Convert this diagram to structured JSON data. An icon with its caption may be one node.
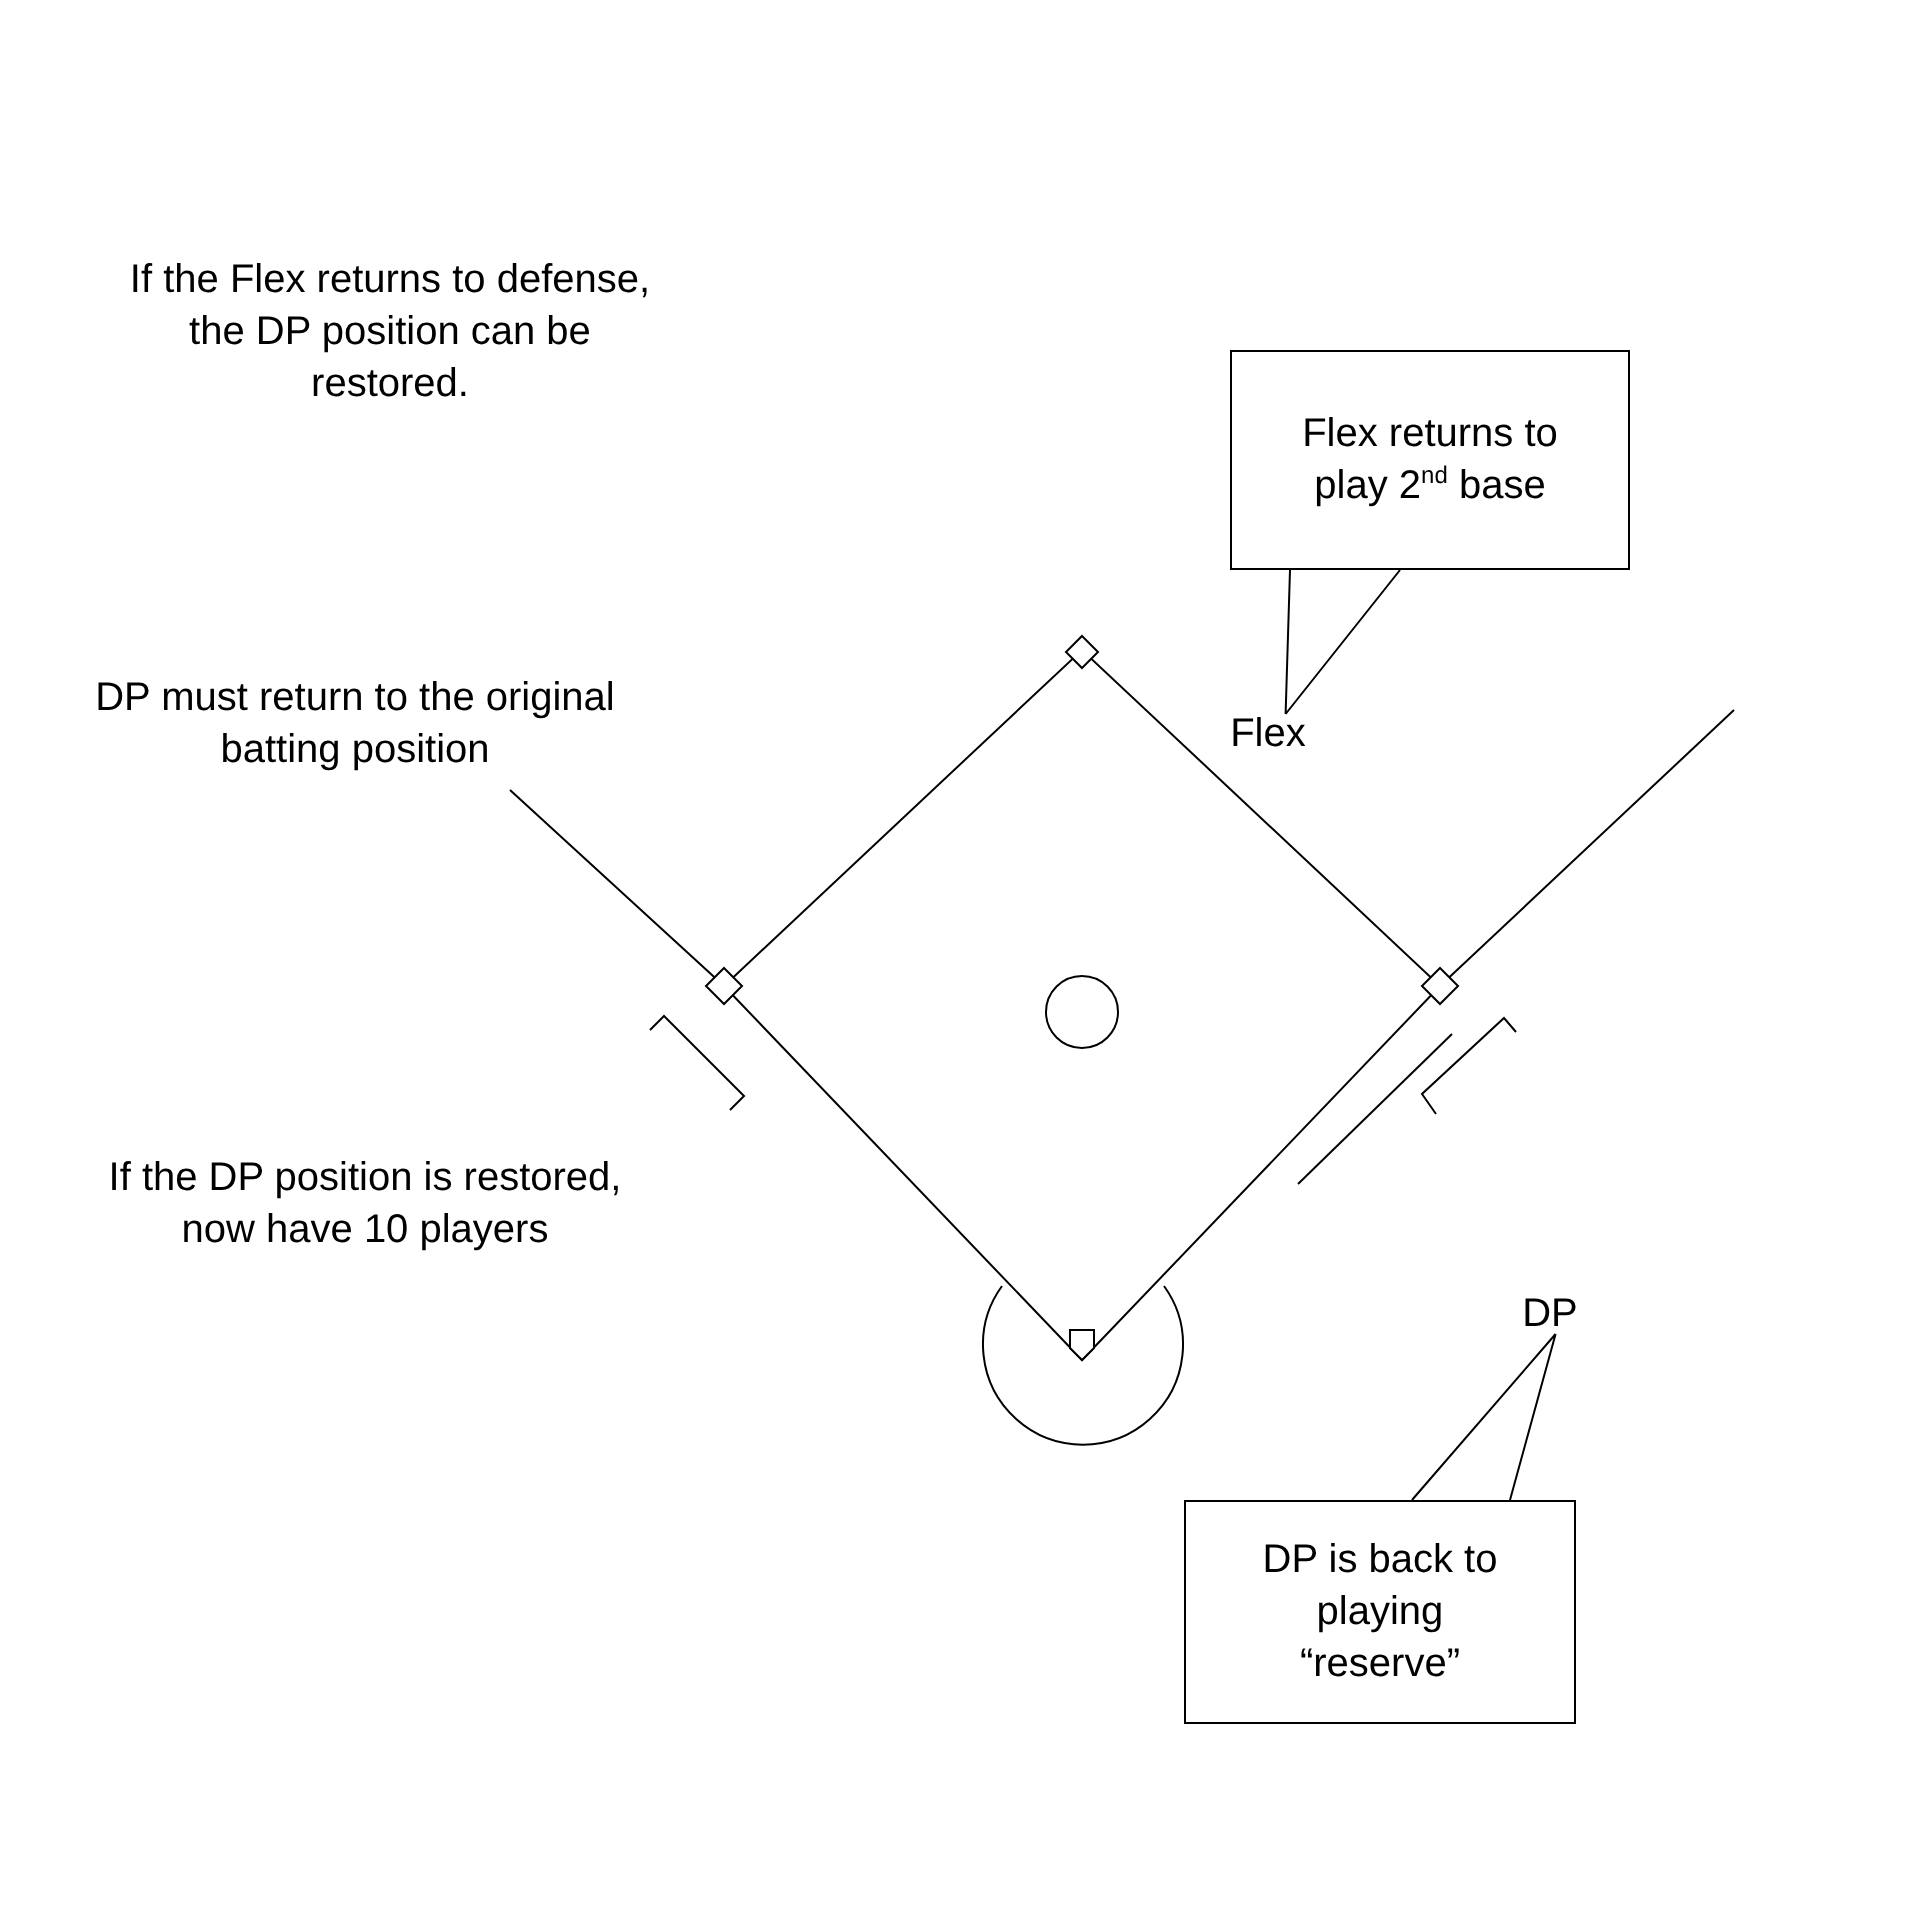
{
  "diagram": {
    "nodes": [
      {
        "text": [
          "Flex returns to play 2$^{nd}$ base"
        ]
      },
      {
        "text": [
          "Flex"
        ]
      },
      {
        "text": [
          "DP"
        ]
      },
      {
        "text": [
          "DP is back to playing “reserve”"
        ]
      }
    ],
    "edges": [
      {
        "from": 0,
        "to": 1,
        "arrow": "none"
      },
      {
        "from": 3,
        "to": 2,
        "arrow": "none"
      }
    ],
    "labels": [
      "If the Flex returns to defense, the DP position can be restored.",
      "DP must return to the original batting position",
      "If the DP position is restored, now have 10 players"
    ]
  }
}
